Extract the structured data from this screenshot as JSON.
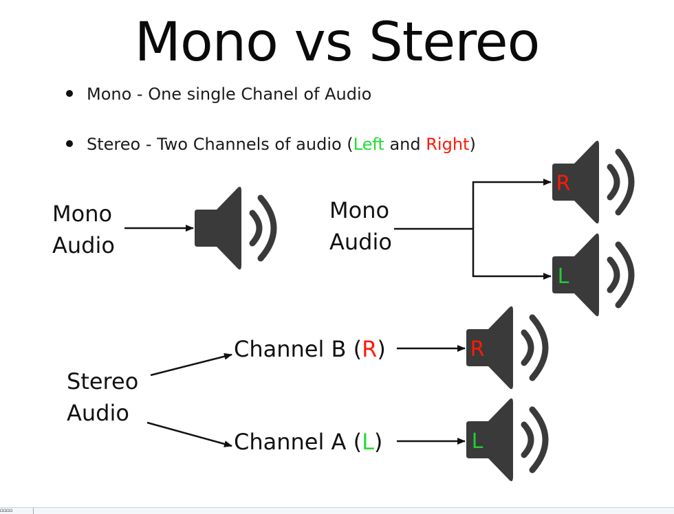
{
  "title": "Mono vs Stereo",
  "bullets": [
    {
      "prefix": "Mono - One single Chanel of Audio"
    },
    {
      "prefix": "Stereo - Two Channels of audio (",
      "left_word": "Left",
      "middle": " and ",
      "right_word": "Right",
      "suffix": ")"
    }
  ],
  "diagram_mono": {
    "label_line1": "Mono",
    "label_line2": "Audio",
    "speaker_letter": ""
  },
  "diagram_mono_split": {
    "label_line1": "Mono",
    "label_line2": "Audio",
    "speakers": [
      {
        "letter": "R",
        "color": "#ff1a0a"
      },
      {
        "letter": "L",
        "color": "#22cc33"
      }
    ]
  },
  "diagram_stereo": {
    "label_line1": "Stereo",
    "label_line2": "Audio",
    "channels": [
      {
        "prefix": "Channel B (",
        "letter": "R",
        "suffix": ")",
        "color": "#ff1a0a"
      },
      {
        "prefix": "Channel A (",
        "letter": "L",
        "suffix": ")",
        "color": "#22cc33"
      }
    ]
  },
  "colors": {
    "speaker": "#3a3a3a",
    "arrow": "#111111",
    "left": "#22dd33",
    "right": "#ff1a0a"
  },
  "taskbar": {
    "button_label": "ΩΩΩΩ"
  }
}
